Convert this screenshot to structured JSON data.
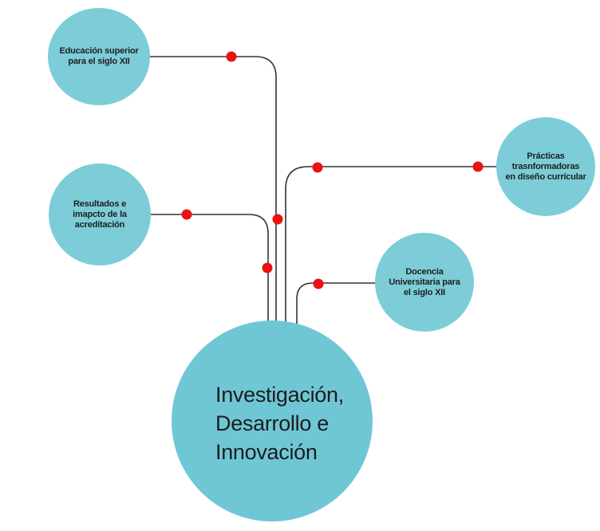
{
  "diagram": {
    "central": {
      "lines": [
        "Investigación,",
        "Desarrollo e",
        "Innovación"
      ]
    },
    "nodes": {
      "educacion": [
        "Educación superior",
        "para el siglo XII"
      ],
      "resultados": [
        "Resultados e",
        "imapcto de la",
        "acreditación"
      ],
      "practicas": [
        "Prácticas",
        "trasnformadoras",
        "en diseño currícular"
      ],
      "docencia": [
        "Docencia",
        "Universitaria  para",
        "el siglo XII"
      ]
    },
    "colors": {
      "node_fill": "#7ccdd8",
      "central_fill": "#6fc7d6",
      "connector_line": "#333333",
      "connector_dot": "#ee1111"
    }
  }
}
